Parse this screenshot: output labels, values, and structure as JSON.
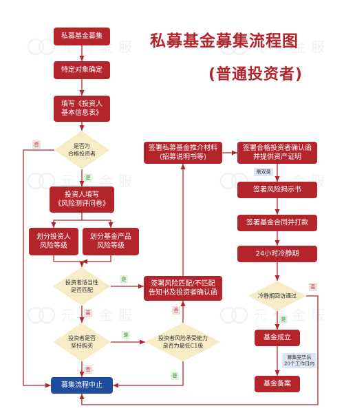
{
  "title": "私募基金募集流程图",
  "subtitle": "(普通投资者)",
  "watermark": "元卡金服",
  "colors": {
    "box": "#b3252b",
    "box_text": "#ffffff",
    "diamond": "#f7ecc5",
    "diamond_text": "#333333",
    "terminal": "#1f4e9d",
    "arrow": "#b3252b",
    "label_yes": "#2d8a34",
    "label_yes_bg": "#e5f3df",
    "label_no": "#b3252b",
    "label_no_bg": "#f3dede",
    "note_bg": "#dbe6f5",
    "note_text": "#333333"
  },
  "nodes": {
    "n1": {
      "text": [
        "私募基金募集"
      ]
    },
    "n2": {
      "text": [
        "特定对象确定"
      ]
    },
    "n3": {
      "text": [
        "填写《投资人",
        "基本信息表》"
      ]
    },
    "d1": {
      "text": [
        "是否为",
        "合格投资者"
      ]
    },
    "n4": {
      "text": [
        "投资人填写",
        "《风险测评问卷》"
      ]
    },
    "n5": {
      "text": [
        "划分投资人",
        "风险等级"
      ]
    },
    "n6": {
      "text": [
        "划分基金产品",
        "风险等级"
      ]
    },
    "d2": {
      "text": [
        "投资者适当性",
        "是否匹配"
      ]
    },
    "d3": {
      "text": [
        "投资者是否",
        "坚持购买"
      ]
    },
    "end": {
      "text": [
        "募集流程中止"
      ]
    },
    "n7": {
      "text": [
        "签署风险匹配/不匹配",
        "告知书及投资者确认函"
      ]
    },
    "d4": {
      "text": [
        "投资者风险承受能力",
        "是否为最低C1级"
      ]
    },
    "n8": {
      "text": [
        "签署私募基金推介材料",
        "(招募说明书等)"
      ]
    },
    "n9": {
      "text": [
        "签署合格投资者确认函",
        "并提供资产证明"
      ]
    },
    "n10": {
      "text": [
        "签署风险揭示书"
      ]
    },
    "n11": {
      "text": [
        "签署基金合同并打款"
      ]
    },
    "n12": {
      "text": [
        "24小时冷静期"
      ]
    },
    "d5": {
      "text": [
        "冷静期回访通过"
      ]
    },
    "n13": {
      "text": [
        "基金成立"
      ]
    },
    "n14": {
      "text": [
        "基金备案"
      ]
    }
  },
  "notes": {
    "dual": {
      "text": [
        "需双录"
      ]
    },
    "deadline": {
      "text": [
        "募集完毕后",
        "20个工作日内"
      ]
    }
  },
  "labels": {
    "d1_no": "否",
    "d1_yes": "是",
    "d2_yes": "是",
    "d2_no": "否",
    "d3_yes": "是",
    "d3_no": "否",
    "d4_no": "否",
    "d4_yes": "是",
    "d5_no": "否",
    "d5_yes": "是"
  }
}
